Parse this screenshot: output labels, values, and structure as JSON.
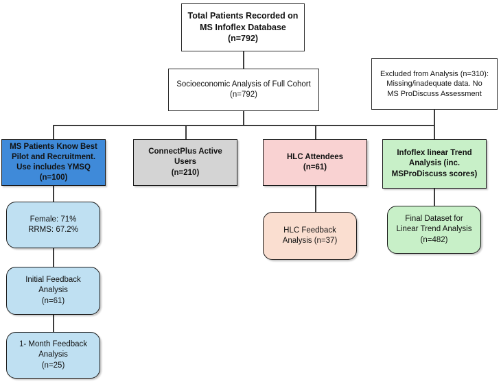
{
  "diagram": {
    "title": "MS Infoflex patient cohort flow diagram",
    "type": "flowchart",
    "colors": {
      "white": "#ffffff",
      "blue": "#3f8ad9",
      "light_blue": "#bfe0f2",
      "grey": "#d4d4d4",
      "pink": "#f9d2d2",
      "peach": "#faded0",
      "green": "#c8f0c8",
      "border": "#1a1a1a",
      "connector": "#3c3c3c"
    },
    "nodes": {
      "total_patients": "Total Patients Recorded on\nMS Infoflex Database\n(n=792)",
      "socioeconomic": "Socioeconomic Analysis of Full Cohort\n(n=792)",
      "excluded": "Excluded from Analysis (n=310):\nMissing/inadequate data. No\nMS ProDiscuss Assessment",
      "ms_patients_know_best": "MS Patients Know Best\nPilot and Recruitment.\nUse includes YMSQ\n(n=100)",
      "connectplus": "ConnectPlus Active\nUsers\n(n=210)",
      "hlc_attendees": "HLC Attendees\n(n=61)",
      "infoflex_trend": "Infoflex linear Trend\nAnalysis (inc.\nMSProDiscuss scores)",
      "demographics": "Female: 71%\nRRMS: 67.2%",
      "initial_feedback": "Initial Feedback\nAnalysis\n(n=61)",
      "one_month_feedback": "1- Month Feedback\nAnalysis\n(n=25)",
      "hlc_feedback": "HLC Feedback\nAnalysis (n=37)",
      "final_dataset": "Final Dataset for\nLinear Trend Analysis\n(n=482)"
    }
  }
}
